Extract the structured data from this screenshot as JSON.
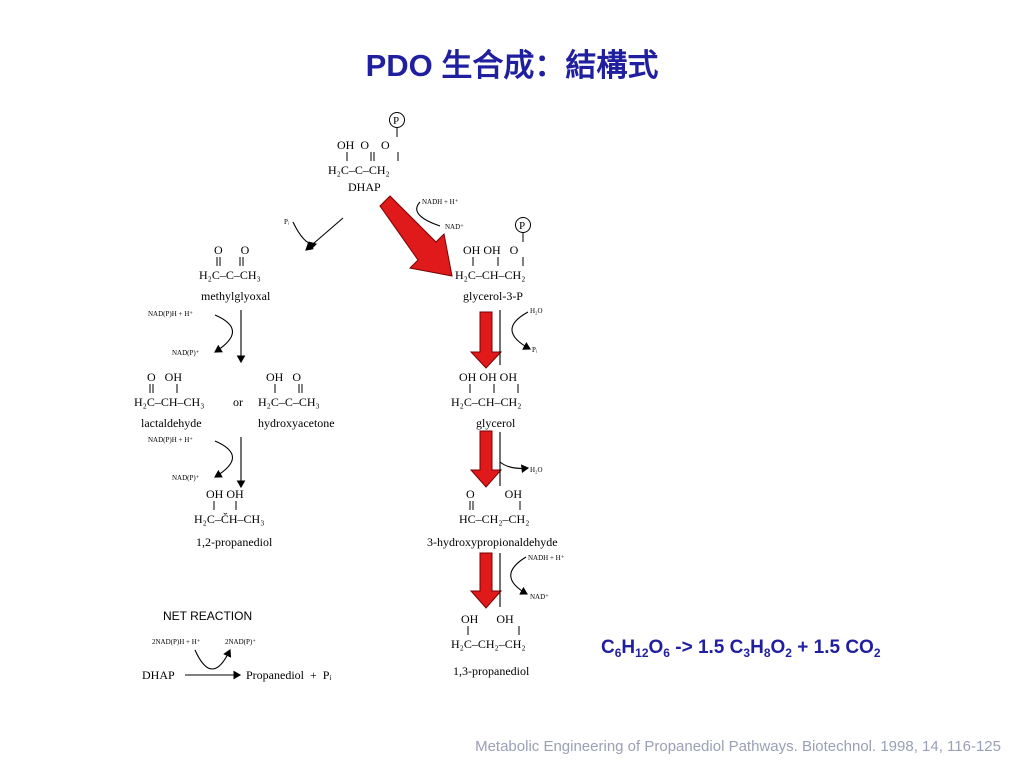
{
  "slide": {
    "title": "PDO 生合成：結構式",
    "citation": "Metabolic Engineering of Propanediol Pathways. Biotechnol. 1998, 14, 116-125",
    "title_color": "#1f1f9f",
    "citation_color": "#9aa0b5",
    "highlight_arrow_color": "#e0191b"
  },
  "formula": {
    "C": "C",
    "c_sub1": "6",
    "H": "H",
    "h_sub1": "12",
    "O": "O",
    "o_sub1": "6",
    "arrow": " -> 1.5 ",
    "C2": "C",
    "c_sub2": "3",
    "H2": "H",
    "h_sub2": "8",
    "O2": "O",
    "o_sub2": "2",
    "plus": " + 1.5 CO",
    "co2_sub": "2"
  },
  "pathway": {
    "dhap": {
      "groups": "OH  O    O",
      "phosphate": "P",
      "chain": "H₂C–C–CH₂",
      "name": "DHAP"
    },
    "pi_label": "Pᵢ",
    "step1_cofactor_in": "NADH + H⁺",
    "step1_cofactor_out": "NAD⁺",
    "glycerol3p": {
      "groups": "OH OH   O",
      "phosphate": "P",
      "chain": "H₂C–CH–CH₂",
      "name": "glycerol-3-P"
    },
    "h2o_1": "H₂O",
    "pi_2": "Pᵢ",
    "glycerol": {
      "groups": "OH OH OH",
      "chain": "H₂C–CH–CH₂",
      "name": "glycerol"
    },
    "h2o_2": "H₂O",
    "hpa": {
      "groups": "O          OH",
      "chain": "HC–CH₂–CH₂",
      "name": "3-hydroxypropionaldehyde"
    },
    "step4_cofactor_in": "NADH + H⁺",
    "step4_cofactor_out": "NAD⁺",
    "pdo13": {
      "groups": "OH      OH",
      "chain": "H₂C–CH₂–CH₂",
      "name": "1,3-propanediol"
    },
    "methylglyoxal": {
      "groups": "O      O",
      "chain": "H₂C–C–CH₃",
      "name": "methylglyoxal"
    },
    "mg_cofactor_in": "NAD(P)H + H⁺",
    "mg_cofactor_out": "NAD(P)⁺",
    "lactaldehyde": {
      "groups": "O   OH",
      "chain": "H₂C–CH–CH₃",
      "name": "lactaldehyde"
    },
    "or_label": "or",
    "hydroxyacetone": {
      "groups": "OH   O",
      "chain": "H₂C–C–CH₃",
      "name": "hydroxyacetone"
    },
    "la_cofactor_in": "NAD(P)H + H⁺",
    "la_cofactor_out": "NAD(P)⁺",
    "pdo12": {
      "groups": "OH OH",
      "chain": "H₂C–ČH–CH₃",
      "name": "1,2-propanediol"
    },
    "net": {
      "heading": "NET REACTION",
      "cofactor_in": "2NAD(P)H + H⁺",
      "cofactor_out": "2NAD(P)⁺",
      "substrate": "DHAP",
      "products": "Propanediol  +  Pᵢ"
    }
  }
}
